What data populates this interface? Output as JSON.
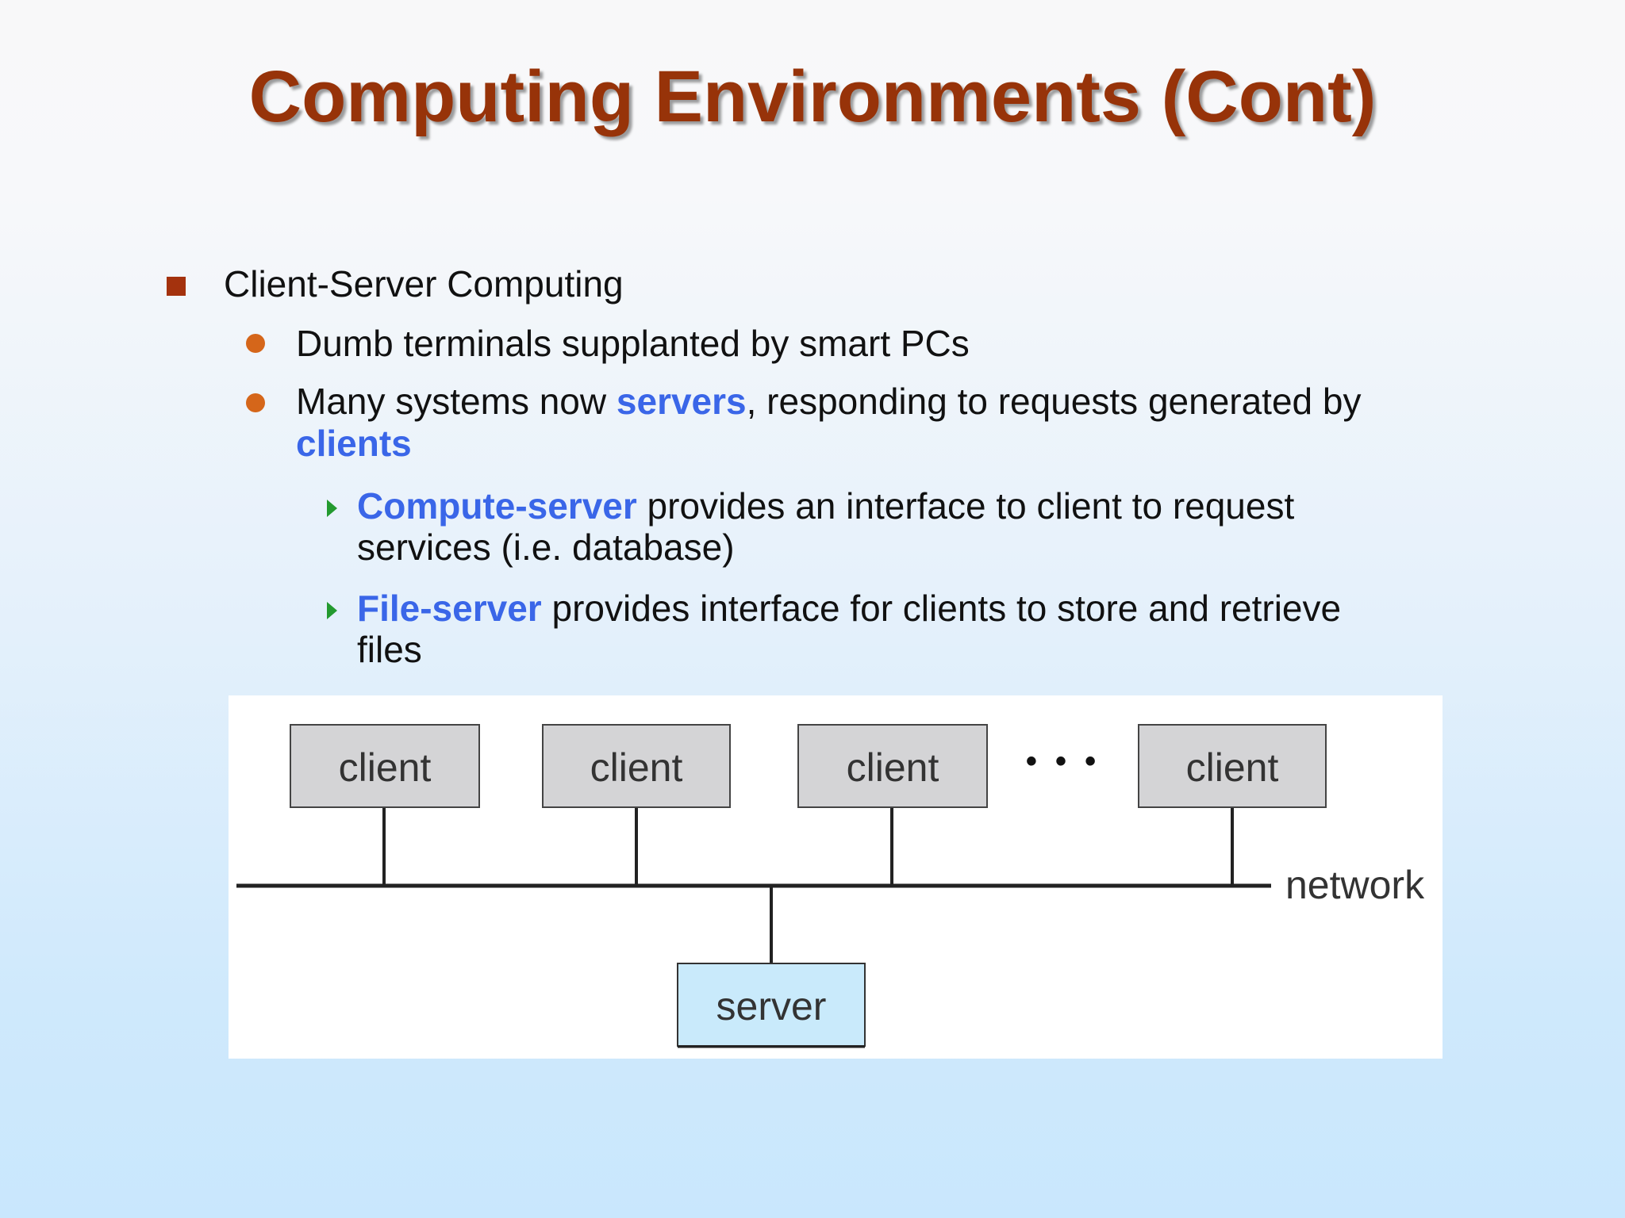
{
  "slide": {
    "title": "Computing Environments (Cont)"
  },
  "bullets": {
    "l1": "Client-Server Computing",
    "b1": "Dumb terminals supplanted by smart PCs",
    "b2": {
      "pre": "Many systems now ",
      "hl1": "servers",
      "mid": ", responding to requests generated by",
      "hl2": "clients"
    },
    "b3": {
      "hl": "Compute-server",
      "rest": " provides an interface to client to request",
      "cont": "services (i.e. database)"
    },
    "b4": {
      "hl": "File-server",
      "rest": " provides interface for clients to store and retrieve",
      "cont": "files"
    }
  },
  "diagram": {
    "clients": [
      "client",
      "client",
      "client",
      "client"
    ],
    "ellipsis": "• • •",
    "network_label": "network",
    "server_label": "server",
    "colors": {
      "client_fill": "#d4d4d6",
      "server_fill": "#c9eafb",
      "line": "#222222"
    }
  }
}
